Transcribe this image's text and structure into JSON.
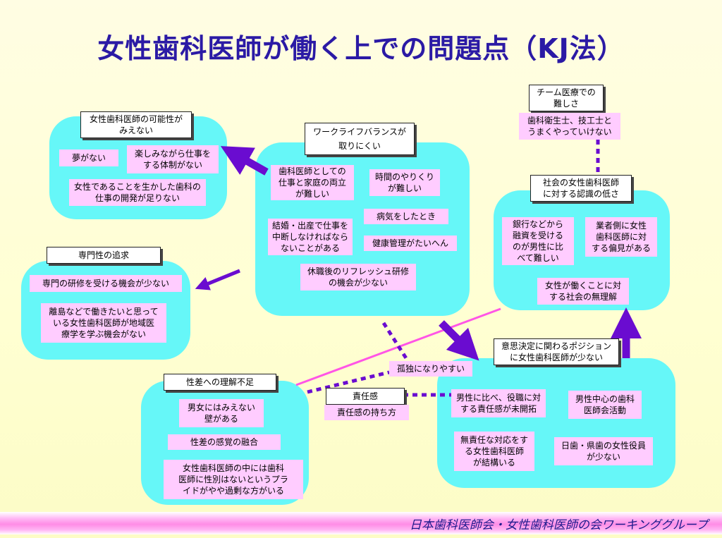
{
  "title": "女性歯科医師が働く上での問題点（KJ法）",
  "footer": "日本歯科医師会・女性歯科医師の会ワーキンググループ",
  "colors": {
    "title": "#2b1aa5",
    "group": "#66f7f8",
    "card": "#ffccff",
    "arrow": "#6a0cd0",
    "link": "#ff55e6"
  },
  "groups": {
    "possibility": {
      "header": "女性歯科医師の可能性が\nみえない",
      "cards": [
        "夢がない",
        "楽しみながら仕事を\nする体制がない",
        "女性であることを生かした歯科の\n仕事の開発が足りない"
      ]
    },
    "worklife": {
      "header": "ワークライフバランスが\n取りにくい",
      "cards": [
        "歯科医師としての\n仕事と家庭の両立\nが難しい",
        "時間のやりくり\nが難しい",
        "病気をしたとき",
        "結婚・出産で仕事を\n中断しなければなら\nないことがある",
        "健康管理がたいへん",
        "休職後のリフレッシュ研修\nの機会が少ない"
      ]
    },
    "specialty": {
      "header": "専門性の追求",
      "cards": [
        "専門の研修を受ける機会が少ない",
        "離島などで働きたいと思って\nいる女性歯科医師が地域医\n療学を学ぶ機会がない"
      ]
    },
    "society": {
      "header": "社会の女性歯科医師\nに対する認識の低さ",
      "cards": [
        "銀行などから\n融資を受ける\nのが男性に比\nべて難しい",
        "業者側に女性\n歯科医師に対\nする偏見がある",
        "女性が働くことに対\nする社会の無理解"
      ]
    },
    "team": {
      "header": "チーム医療での\n難しさ",
      "cards": [
        "歯科衛生士、技工士と\nうまくやっていけない"
      ]
    },
    "decision": {
      "header": "意思決定に関わるポジション\nに女性歯科医師が少ない",
      "cards": [
        "男性に比べ、役職に対\nする責任感が未開拓",
        "男性中心の歯科\n医師会活動",
        "無責任な対応をす\nる女性歯科医師\nが結構いる",
        "日歯・県歯の女性役員\nが少ない"
      ]
    },
    "gender": {
      "header": "性差への理解不足",
      "cards": [
        "男女にはみえない\n壁がある",
        "性差の感覚の融合",
        "女性歯科医師の中には歯科\n医師に性別はないというプラ\nイドがやや過剰な方がいる"
      ]
    },
    "responsibility": {
      "header": "責任感",
      "cards": [
        "責任感の持ち方"
      ]
    },
    "isolation": {
      "card": "孤独になりやすい"
    }
  }
}
